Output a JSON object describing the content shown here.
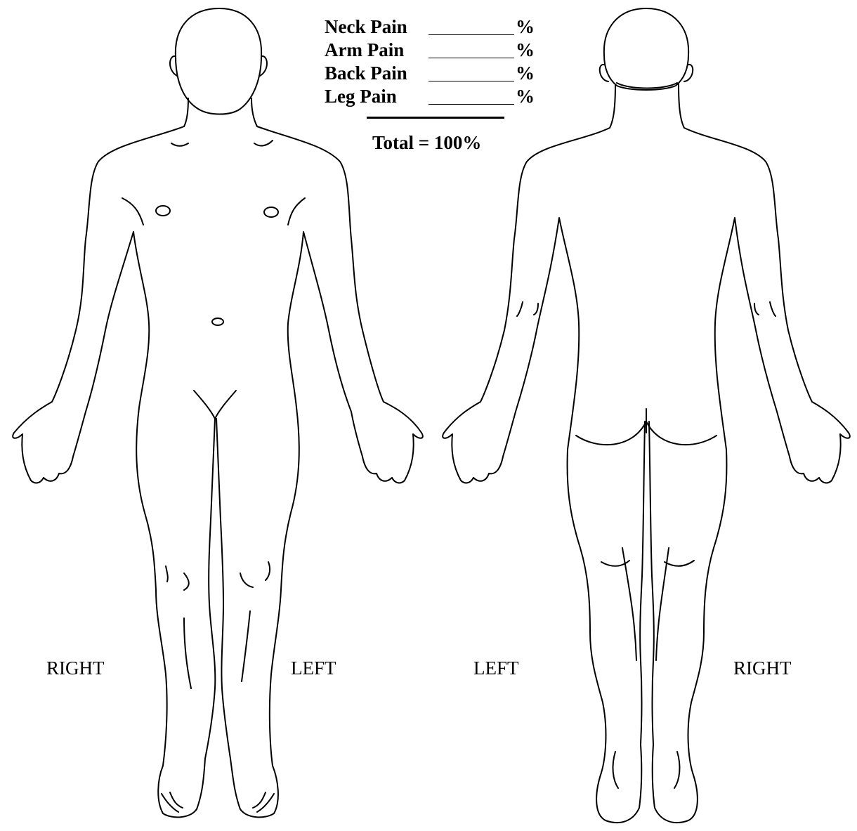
{
  "pain_form": {
    "rows": [
      {
        "label": "Neck Pain",
        "unit": "%"
      },
      {
        "label": "Arm Pain",
        "unit": "%"
      },
      {
        "label": "Back Pain",
        "unit": "%"
      },
      {
        "label": "Leg Pain",
        "unit": "%"
      }
    ],
    "total": "Total  =  100%"
  },
  "front_view": {
    "label_left": "RIGHT",
    "label_right": "LEFT"
  },
  "back_view": {
    "label_left": "LEFT",
    "label_right": "RIGHT"
  }
}
